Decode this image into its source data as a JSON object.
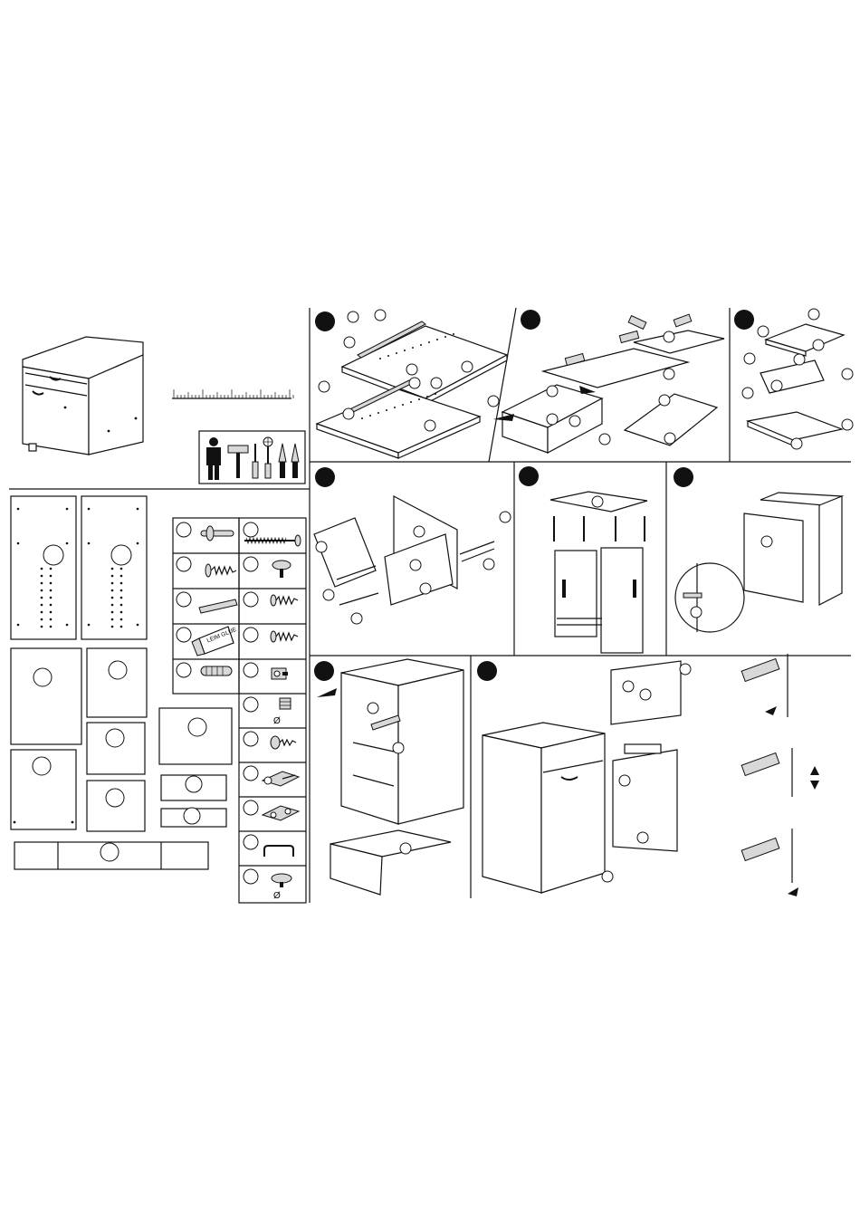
{
  "document": {
    "kind": "furniture assembly instruction sheet",
    "ink_color": "#111111",
    "paper_color": "#ffffff",
    "step_marker_color": "#111111"
  },
  "hardware_labels": {
    "glue_tube": "LEIM GLUE",
    "diameter_symbol": "Ø"
  },
  "tools": [
    "person-icon",
    "hammer-icon",
    "phillips-screwdriver-icon",
    "flat-screwdriver-icon",
    "awl-icon"
  ],
  "steps": {
    "count": 8
  },
  "parts": {
    "count": 11
  },
  "fittings": {
    "count": 15
  }
}
